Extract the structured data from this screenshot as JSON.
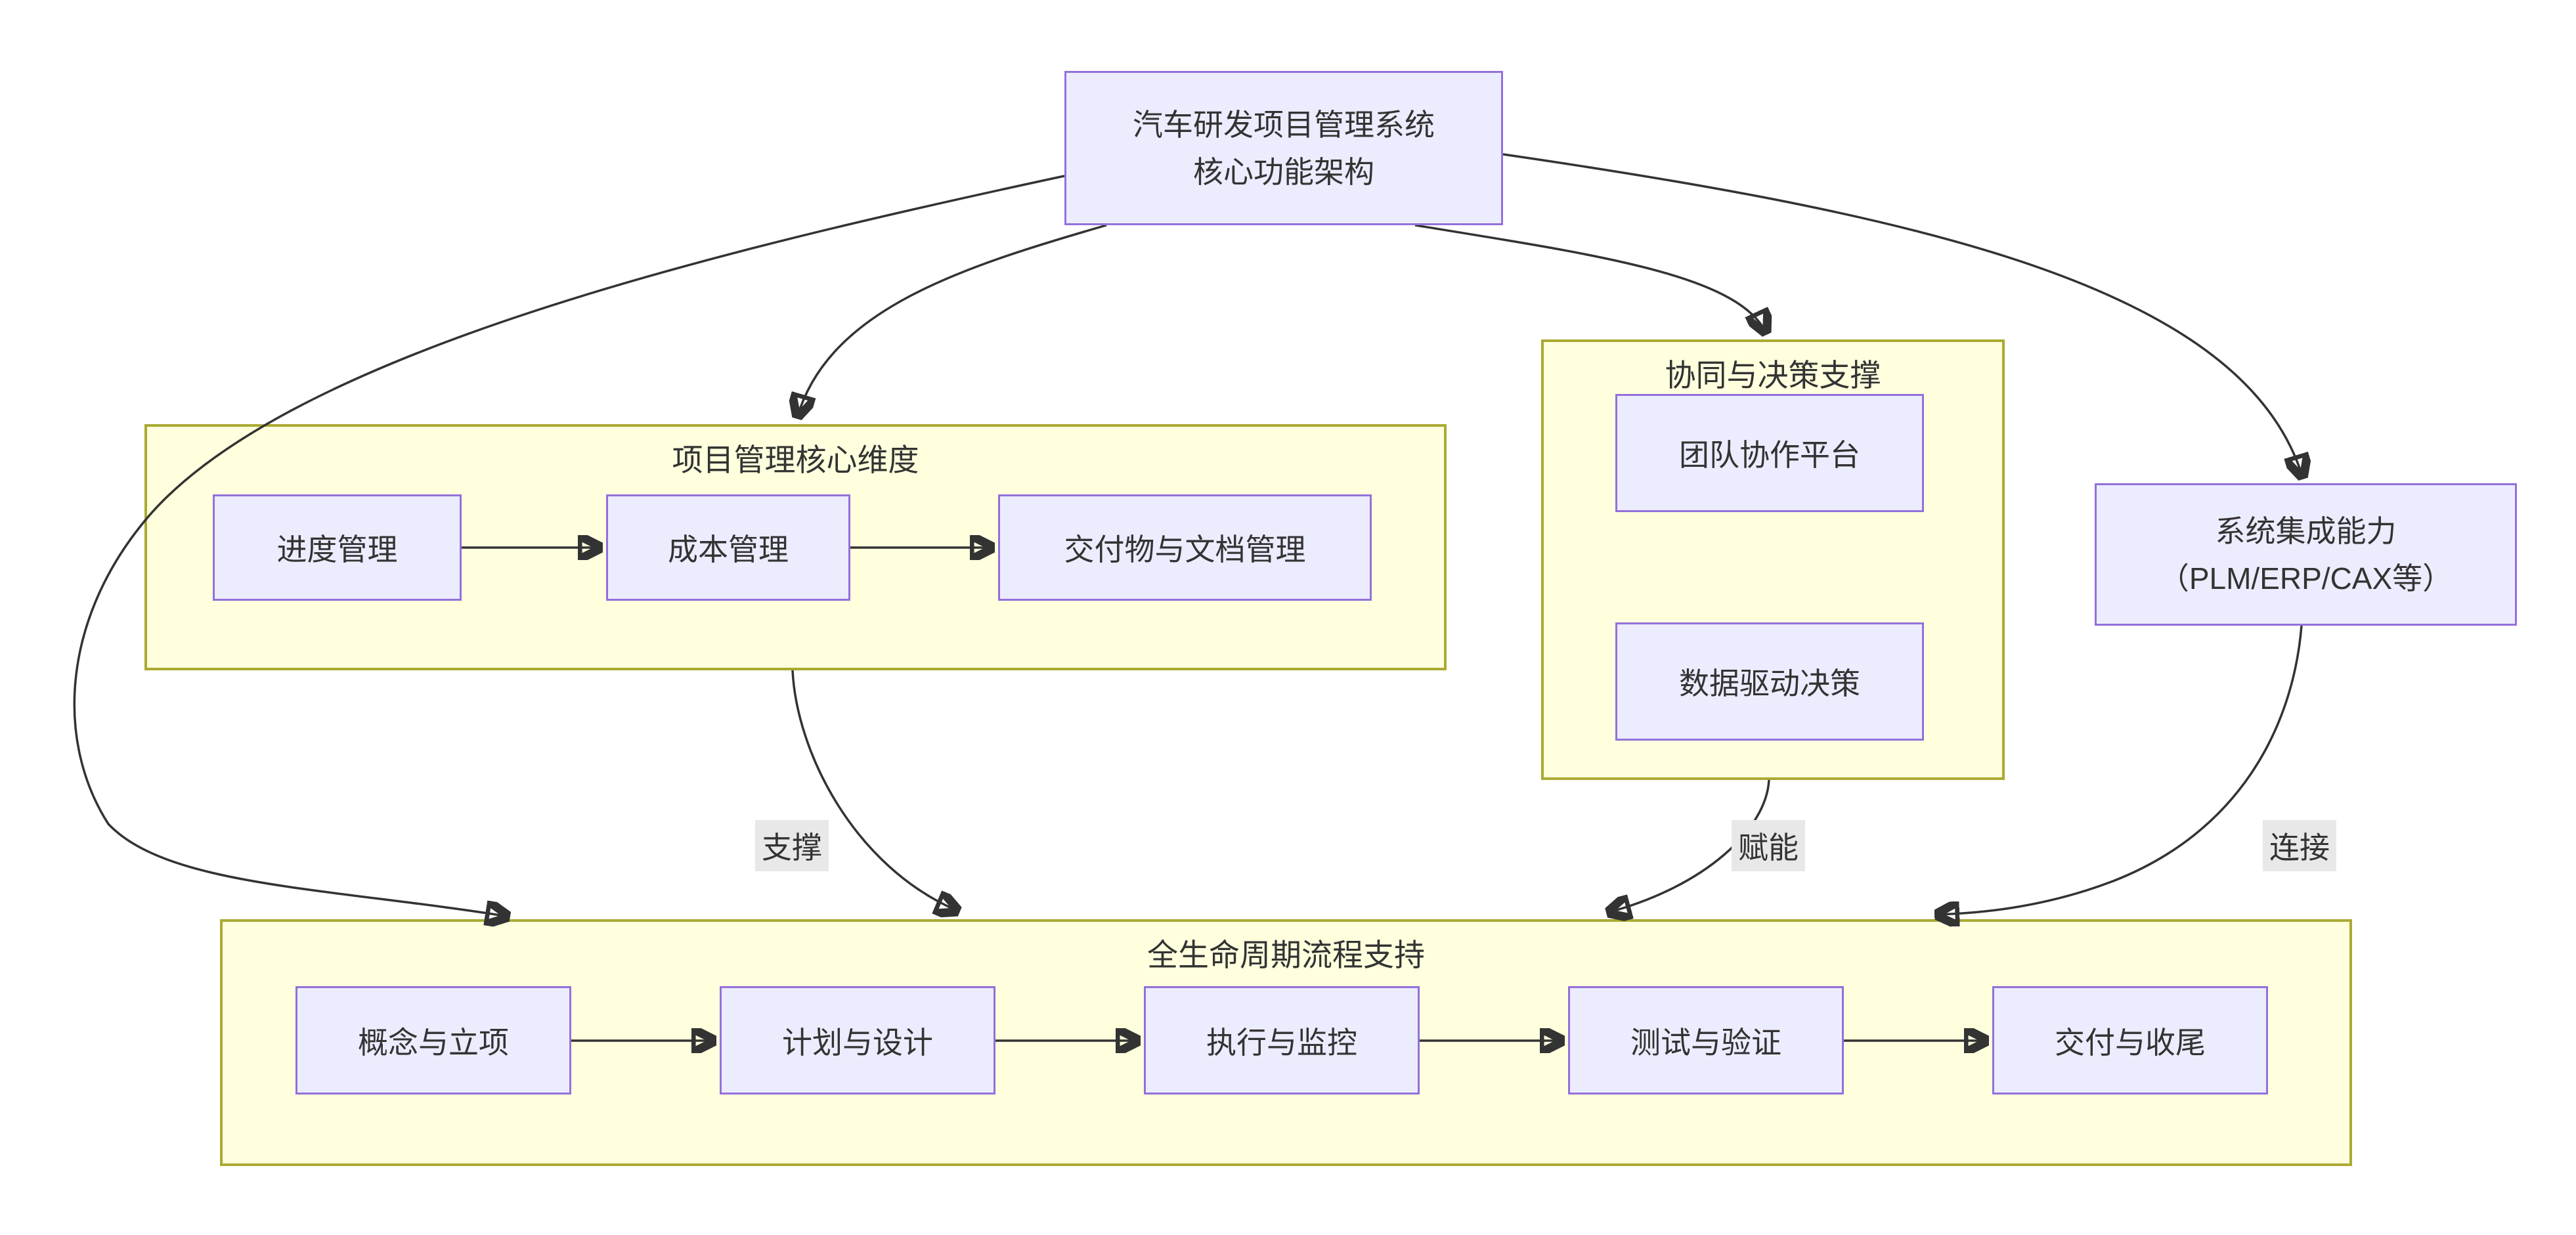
{
  "diagram": {
    "root_node": {
      "line1": "汽车研发项目管理系统",
      "line2": "核心功能架构"
    },
    "integration_node": {
      "line1": "系统集成能力",
      "line2": "（PLM/ERP/CAX等）"
    },
    "containers": [
      {
        "title": "项目管理核心维度",
        "nodes": [
          "进度管理",
          "成本管理",
          "交付物与文档管理"
        ]
      },
      {
        "title": "协同与决策支撑",
        "nodes": [
          "团队协作平台",
          "数据驱动决策"
        ]
      },
      {
        "title": "全生命周期流程支持",
        "nodes": [
          "概念与立项",
          "计划与设计",
          "执行与监控",
          "测试与验证",
          "交付与收尾"
        ]
      }
    ],
    "edge_labels": {
      "support": "支撑",
      "enable": "赋能",
      "connect": "连接"
    },
    "colors": {
      "node_fill": "#ECECFF",
      "node_border": "#9370DB",
      "cluster_fill": "#FFFFDE",
      "cluster_border": "#AAAA33",
      "edge": "#333333",
      "edge_label_bg": "#E8E8E8",
      "text": "#333333",
      "background": "#FFFFFF"
    }
  }
}
